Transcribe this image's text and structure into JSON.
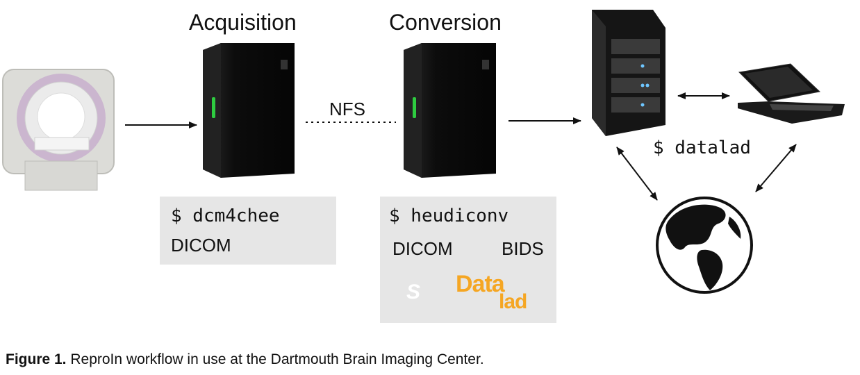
{
  "stages": {
    "acquisition": {
      "title": "Acquisition",
      "command": "$ dcm4chee",
      "format": "DICOM"
    },
    "conversion": {
      "title": "Conversion",
      "command": "$ heudiconv",
      "from_format": "DICOM",
      "to_format": "BIDS"
    }
  },
  "link_label": "NFS",
  "datalad_command": "$ datalad",
  "logos": {
    "singularity_letter": "S",
    "datalad_top": "Data",
    "datalad_bottom": "lad",
    "datalad_color": "#f5a623"
  },
  "caption": {
    "label": "Figure 1.",
    "text": " ReproIn workflow in use at the Dartmouth Brain Imaging Center."
  },
  "colors": {
    "server_body": "#111111",
    "server_led": "#2ecc40",
    "box_fill": "#e6e6e6",
    "scanner_ring": "#cbb6cf"
  },
  "icons": [
    "mri-scanner-icon",
    "server-tower-icon",
    "server-rack-icon",
    "laptop-icon",
    "globe-icon",
    "singularity-logo",
    "datalad-logo"
  ]
}
